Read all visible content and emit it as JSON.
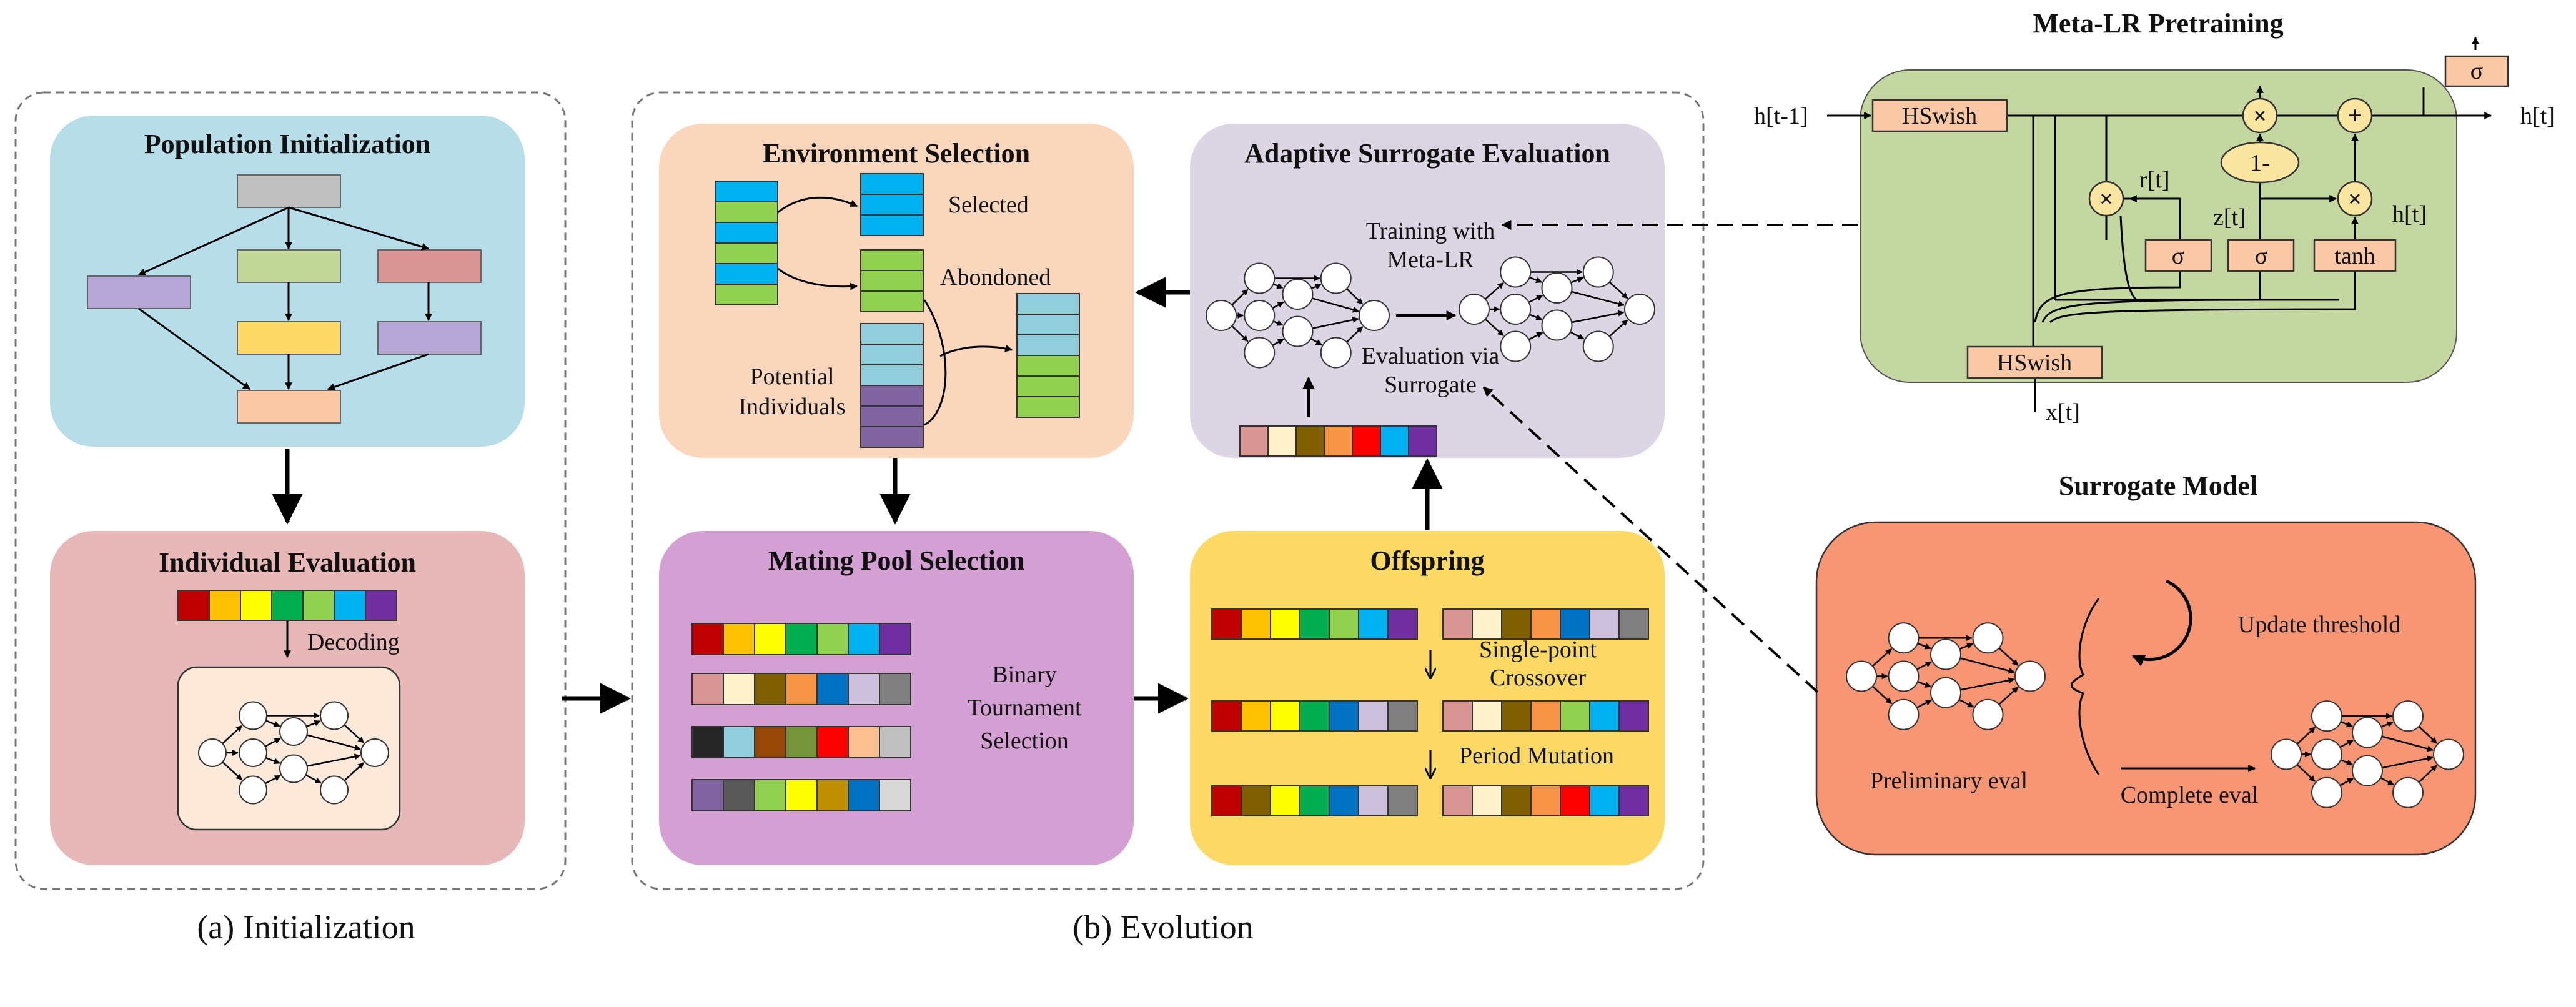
{
  "captions": {
    "initialization": "(a) Initialization",
    "evolution": "(b) Evolution"
  },
  "panels": {
    "population_initialization": {
      "title": "Population Initialization"
    },
    "individual_evaluation": {
      "title": "Individual Evaluation",
      "decoding": "Decoding"
    },
    "environment_selection": {
      "title": "Environment Selection",
      "selected": "Selected",
      "abandoned": "Abondoned",
      "potential_line1": "Potential",
      "potential_line2": "Individuals"
    },
    "adaptive_surrogate": {
      "title": "Adaptive Surrogate Evaluation",
      "training_line1": "Training with",
      "training_line2": "Meta-LR",
      "evaluation_line1": "Evaluation via",
      "evaluation_line2": "Surrogate"
    },
    "mating_pool": {
      "title": "Mating Pool Selection",
      "method_line1": "Binary",
      "method_line2": "Tournament",
      "method_line3": "Selection"
    },
    "offspring": {
      "title": "Offspring",
      "crossover_line1": "Single-point",
      "crossover_line2": "Crossover",
      "mutation": "Period Mutation"
    }
  },
  "meta_lr": {
    "title": "Meta-LR Pretraining",
    "h_prev": "h[t-1]",
    "h_out": "h[t]",
    "h_gate": "h[t]",
    "x_in": "x[t]",
    "hswish_top": "HSwish",
    "hswish_bottom": "HSwish",
    "sigma_out": "σ",
    "sigma_r": "σ",
    "sigma_z": "σ",
    "tanh": "tanh",
    "r_label": "r[t]",
    "z_label": "z[t]",
    "one_minus": "1-",
    "times": "×",
    "plus": "+"
  },
  "surrogate_model": {
    "title": "Surrogate Model",
    "update": "Update threshold",
    "preliminary": "Preliminary eval",
    "complete": "Complete eval"
  },
  "colors": {
    "pop_init_bg": "#b6dde8",
    "ind_eval_bg": "#e6b9b8",
    "env_sel_bg": "#fad7bc",
    "surrogate_eval_bg": "#dcd6e4",
    "mating_bg": "#d49fd2",
    "offspring_bg": "#fbd964",
    "meta_lr_bg": "#c4d7a0",
    "surrogate_model_bg": "#f79675",
    "node_box": "#fac8a4",
    "gate_circle": "#fae6a0"
  }
}
